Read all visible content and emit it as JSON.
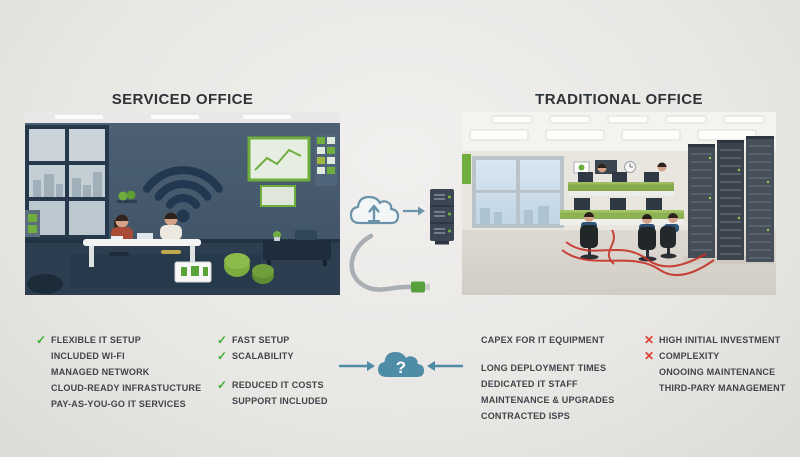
{
  "colors": {
    "background": "#e9e7e4",
    "title_text": "#2e3338",
    "list_text": "#3f4449",
    "check_green": "#3fae33",
    "cross_red": "#e03a2f",
    "teal_accent": "#4f8ca6",
    "wall_dark": "#44576a",
    "wifi_navy": "#223850",
    "office_green": "#6fae3e",
    "cable_red": "#c43126"
  },
  "headers": {
    "left_title": "SERVICED OFFICE",
    "right_title": "TRADITIONAL OFFICE"
  },
  "icons": {
    "check": "✓",
    "cross": "✕"
  },
  "center": {
    "question_mark": "?"
  },
  "serviced": {
    "primary": [
      {
        "text": "FLEXIBLE IT SETUP"
      },
      {
        "text": "INCLUDED WI-FI"
      },
      {
        "text": "MANAGED NETWORK"
      },
      {
        "text": "CLOUD-READY INFRASTUCTURE"
      },
      {
        "text": "PAY-AS-YOU-GO IT SERVICES"
      }
    ],
    "secondary": [
      {
        "text": "FAST SETUP"
      },
      {
        "text": "SCALABILITY"
      },
      {
        "text": "REDUCED IT COSTS"
      },
      {
        "text": "SUPPORT INCLUDED"
      }
    ]
  },
  "traditional": {
    "primary": [
      {
        "text": "CAPEX FOR IT EQUIPMENT"
      },
      {
        "text": "LONG DEPLOYMENT TIMES"
      },
      {
        "text": "DEDICATED IT STAFF"
      },
      {
        "text": "MAINTENANCE & UPGRADES"
      },
      {
        "text": "CONTRACTED ISPS"
      }
    ],
    "secondary": [
      {
        "text": "HIGH INITIAL INVESTMENT"
      },
      {
        "text": "COMPLEXITY"
      },
      {
        "text": "ONOOING MAINTENANCE"
      },
      {
        "text": "THIRD-PARY MANAGEMENT"
      }
    ]
  }
}
